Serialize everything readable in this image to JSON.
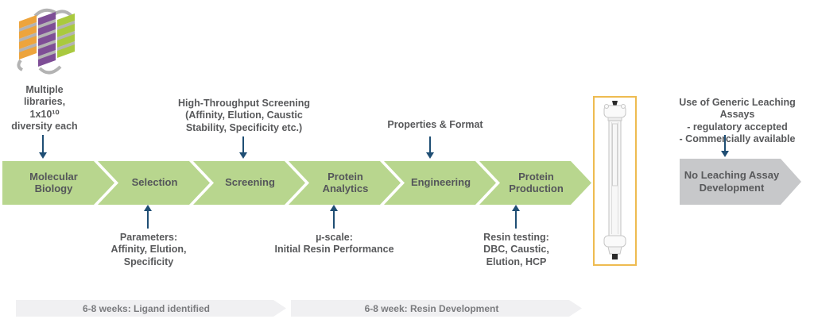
{
  "colors": {
    "flow-green": "#b8d68e",
    "flow-text": "#54565a",
    "annotation-text": "#58595b",
    "arrow-navy": "#1f4e74",
    "gray-arrow-fill": "#c7c8ca",
    "column-box-border": "#eebb50",
    "timeline-bar-bg": "#f0f0f2",
    "timeline-text": "#7a7b7e",
    "ribbon-orange": "#eda43c",
    "ribbon-purple": "#7e4e96",
    "ribbon-green": "#a9c93f",
    "ribbon-gray": "#b3b3b3"
  },
  "icons": {
    "protein_ribbon": "protein-ribbon-illustration",
    "column": "chromatography-column-photo"
  },
  "library_annotation": {
    "text": "Multiple\nlibraries,\n1x10¹⁰\ndiversity each"
  },
  "flow": {
    "stages": [
      {
        "label": "Molecular Biology"
      },
      {
        "label": "Selection"
      },
      {
        "label": "Screening"
      },
      {
        "label": "Protein\nAnalytics"
      },
      {
        "label": "Engineering"
      },
      {
        "label": "Protein\nProduction"
      }
    ]
  },
  "top_annotations": {
    "high_throughput": {
      "text": "High-Throughput Screening\n(Affinity, Elution, Caustic\nStability, Specificity etc.)"
    },
    "properties": {
      "text": "Properties & Format"
    }
  },
  "bottom_annotations": {
    "parameters": {
      "text": "Parameters:\nAffinity, Elution,\nSpecificity"
    },
    "u_scale": {
      "text": "µ-scale:\nInitial Resin Performance"
    },
    "resin_testing": {
      "text": "Resin testing:\nDBC, Caustic,\nElution, HCP"
    }
  },
  "leaching": {
    "note": "Use of Generic Leaching Assays\n- regulatory accepted\n- Commercially available",
    "arrow_label": "No Leaching Assay\nDevelopment"
  },
  "timeline": {
    "bars": [
      {
        "label": "6-8 weeks: Ligand identified"
      },
      {
        "label": "6-8 week: Resin Development"
      }
    ]
  }
}
